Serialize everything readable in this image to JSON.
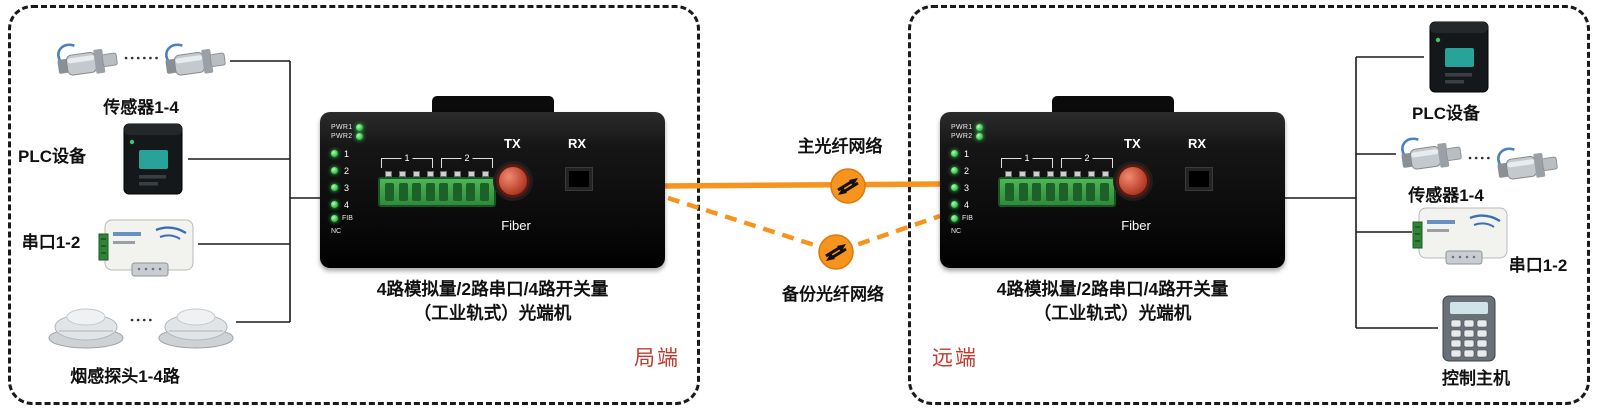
{
  "diagram": {
    "left_site": {
      "site_label": "局端",
      "sensor_label": "传感器1-4",
      "plc_label": "PLC设备",
      "serial_label": "串口1-2",
      "smoke_label": "烟感探头1-4路"
    },
    "right_site": {
      "site_label": "远端",
      "plc_label": "PLC设备",
      "sensor_label": "传感器1-4",
      "serial_label": "串口1-2",
      "host_label": "控制主机"
    },
    "converter": {
      "pwr1": "PWR1",
      "pwr2": "PWR2",
      "led_labels": [
        "1",
        "2",
        "3",
        "4"
      ],
      "fib": "FIB",
      "nc": "NC",
      "group1": "1",
      "group2": "2",
      "tx": "TX",
      "rx": "RX",
      "fiber": "Fiber",
      "caption_line1": "4路模拟量/2路串口/4路开关量",
      "caption_line2": "（工业轨式）光端机"
    },
    "links": {
      "main_label": "主光纤网络",
      "backup_label": "备份光纤网络"
    },
    "colors": {
      "fiber_orange": "#F7941D",
      "site_label_red": "#C23B2F",
      "led_green": "#3FC04E",
      "terminal_green": "#35953F"
    }
  }
}
